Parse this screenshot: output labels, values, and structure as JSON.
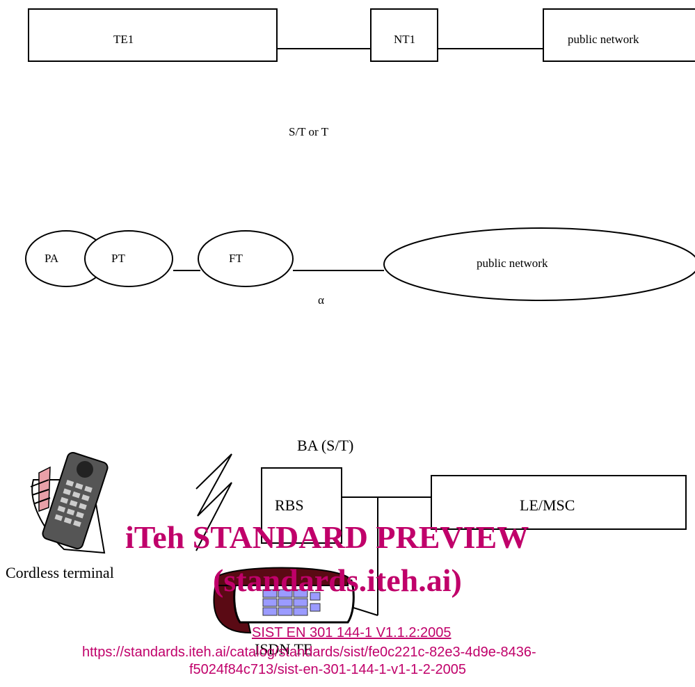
{
  "diagram1": {
    "te1": "TE1",
    "nt1": "NT1",
    "public_network": "public network",
    "reference_point": "S/T or T"
  },
  "diagram2": {
    "pa": "PA",
    "pt": "PT",
    "ft": "FT",
    "public_network": "public network",
    "alpha": "α"
  },
  "diagram3": {
    "ba_label": "BA (S/T)",
    "rbs": "RBS",
    "le_msc": "LE/MSC",
    "cordless_terminal": "Cordless terminal",
    "isdn_te": "ISDN TE"
  },
  "watermark": {
    "line1": "iTeh STANDARD PREVIEW",
    "line2": "(standards.iteh.ai)",
    "doc_id": "SIST EN 301 144-1 V1.1.2:2005",
    "url_line1": "https://standards.iteh.ai/catalog/standards/sist/fe0c221c-82e3-4d9e-8436-",
    "url_line2": "f5024f84c713/sist-en-301-144-1-v1-1-2-2005"
  },
  "colors": {
    "watermark": "#c0006a",
    "keypad": "#9b9bff",
    "handset_dark": "#5a0a14"
  }
}
